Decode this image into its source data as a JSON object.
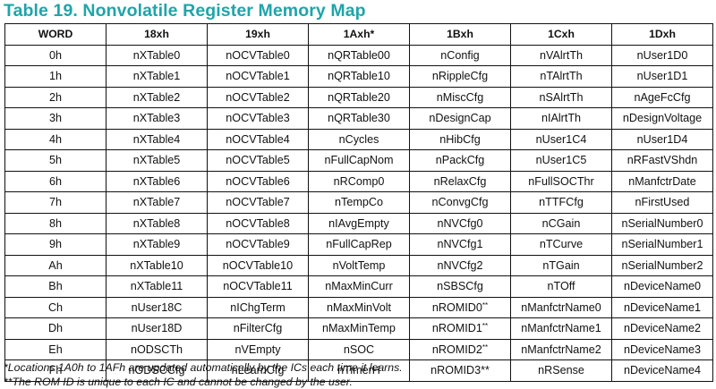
{
  "title": "Table 19. Nonvolatile Register Memory Map",
  "table": {
    "headers": [
      "WORD",
      "18xh",
      "19xh",
      "1Axh*",
      "1Bxh",
      "1Cxh",
      "1Dxh"
    ],
    "rows": [
      {
        "cells": [
          "0h",
          "nXTable0",
          "nOCVTable0",
          "nQRTable00",
          "nConfig",
          "nVAlrtTh",
          "nUser1D0"
        ]
      },
      {
        "cells": [
          "1h",
          "nXTable1",
          "nOCVTable1",
          "nQRTable10",
          "nRippleCfg",
          "nTAlrtTh",
          "nUser1D1"
        ]
      },
      {
        "cells": [
          "2h",
          "nXTable2",
          "nOCVTable2",
          "nQRTable20",
          "nMiscCfg",
          "nSAlrtTh",
          "nAgeFcCfg"
        ]
      },
      {
        "cells": [
          "3h",
          "nXTable3",
          "nOCVTable3",
          "nQRTable30",
          "nDesignCap",
          "nIAlrtTh",
          "nDesignVoltage"
        ]
      },
      {
        "cells": [
          "4h",
          "nXTable4",
          "nOCVTable4",
          "nCycles",
          "nHibCfg",
          "nUser1C4",
          "nUser1D4"
        ]
      },
      {
        "cells": [
          "5h",
          "nXTable5",
          "nOCVTable5",
          "nFullCapNom",
          "nPackCfg",
          "nUser1C5",
          "nRFastVShdn"
        ]
      },
      {
        "cells": [
          "6h",
          "nXTable6",
          "nOCVTable6",
          "nRComp0",
          "nRelaxCfg",
          "nFullSOCThr",
          "nManfctrDate"
        ]
      },
      {
        "cells": [
          "7h",
          "nXTable7",
          "nOCVTable7",
          "nTempCo",
          "nConvgCfg",
          "nTTFCfg",
          "nFirstUsed"
        ]
      },
      {
        "cells": [
          "8h",
          "nXTable8",
          "nOCVTable8",
          "nIAvgEmpty",
          "nNVCfg0",
          "nCGain",
          "nSerialNumber0"
        ]
      },
      {
        "cells": [
          "9h",
          "nXTable9",
          "nOCVTable9",
          "nFullCapRep",
          "nNVCfg1",
          "nTCurve",
          "nSerialNumber1"
        ]
      },
      {
        "cells": [
          "Ah",
          "nXTable10",
          "nOCVTable10",
          "nVoltTemp",
          "nNVCfg2",
          "nTGain",
          "nSerialNumber2"
        ]
      },
      {
        "cells": [
          "Bh",
          "nXTable11",
          "nOCVTable11",
          "nMaxMinCurr",
          "nSBSCfg",
          "nTOff",
          "nDeviceName0"
        ]
      },
      {
        "cells": [
          "Ch",
          "nUser18C",
          "nIChgTerm",
          "nMaxMinVolt",
          "nROMID0",
          "nManfctrName0",
          "nDeviceName1"
        ],
        "mark": "**"
      },
      {
        "cells": [
          "Dh",
          "nUser18D",
          "nFilterCfg",
          "nMaxMinTemp",
          "nROMID1",
          "nManfctrName1",
          "nDeviceName2"
        ],
        "mark": "**"
      },
      {
        "cells": [
          "Eh",
          "nODSCTh",
          "nVEmpty",
          "nSOC",
          "nROMID2",
          "nManfctrName2",
          "nDeviceName3"
        ],
        "mark": "**"
      },
      {
        "cells": [
          "Fh",
          "nODSCCfg",
          "nLearnCfg",
          "nTimerH",
          "nROMID3**",
          "nRSense",
          "nDeviceName4"
        ]
      }
    ]
  },
  "footnotes": {
    "note1": "*Locations 1A0h to 1AFh are updated automatically by the ICs each time it learns.",
    "note2": "**The ROM ID is unique to each IC and cannot be changed by the user."
  },
  "colors": {
    "title": "#1ea5aa"
  }
}
